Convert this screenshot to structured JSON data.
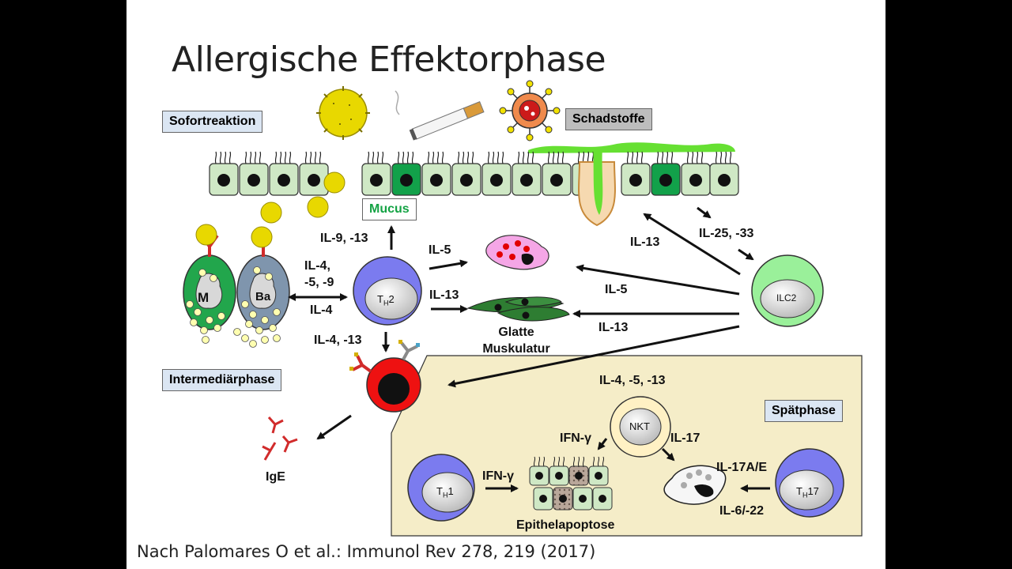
{
  "slide": {
    "title": "Allergische Effektorphase",
    "citation": "Nach Palomares O et al.: Immunol Rev 278, 219 (2017)"
  },
  "phases": {
    "sofort": "Sofortreaktion",
    "schad": "Schadstoffe",
    "intermediar": "Intermediärphase",
    "spat": "Spätphase"
  },
  "cells": {
    "mast": "M",
    "basophil": "Ba",
    "th2_main": "T",
    "th2_sub": "H",
    "th2_num": "2",
    "ilc2": "ILC2",
    "nkt": "NKT",
    "th1_main": "T",
    "th1_sub": "H",
    "th1_num": "1",
    "th17_main": "T",
    "th17_sub": "H",
    "th17_num": "17"
  },
  "labels": {
    "mucus": "Mucus",
    "il9_13": "IL-9, -13",
    "il4_5_9_line1": "IL-4,",
    "il4_5_9_line2": "-5, -9",
    "il4_left": "IL-4",
    "il5_th2": "IL-5",
    "il13_th2": "IL-13",
    "il13_ilc2_up": "IL-13",
    "il25_33": "IL-25, -33",
    "il5_ilc2": "IL-5",
    "il13_ilc2": "IL-13",
    "smooth_muscle_l1": "Glatte",
    "smooth_muscle_l2": "Muskulatur",
    "il4_13_down": "IL-4, -13",
    "ige": "IgE",
    "il4_5_13": "IL-4, -5, -13",
    "ifng_nkt": "IFN-γ",
    "il17_nkt": "IL-17",
    "ifng_th1": "IFN-γ",
    "il17ae": "IL-17A/E",
    "il6_22": "IL-6/-22",
    "epithel_apoptose": "Epithelapoptose"
  },
  "colors": {
    "epithel_fill": "#cfe8c5",
    "goblet_fill": "#12a14a",
    "mucus_green": "#66e032",
    "pollen": "#e8d800",
    "th_cell": "#7b7bef",
    "ilc2": "#9af09a",
    "mast_cell": "#22a64c",
    "basophil": "#7f95ad",
    "b_cell": "#ee1111",
    "eosinophil": "#f5a6e6",
    "smooth_muscle": "#2e7d32",
    "spat_panel": "#f5edc8",
    "nkt": "#fff1c4"
  }
}
